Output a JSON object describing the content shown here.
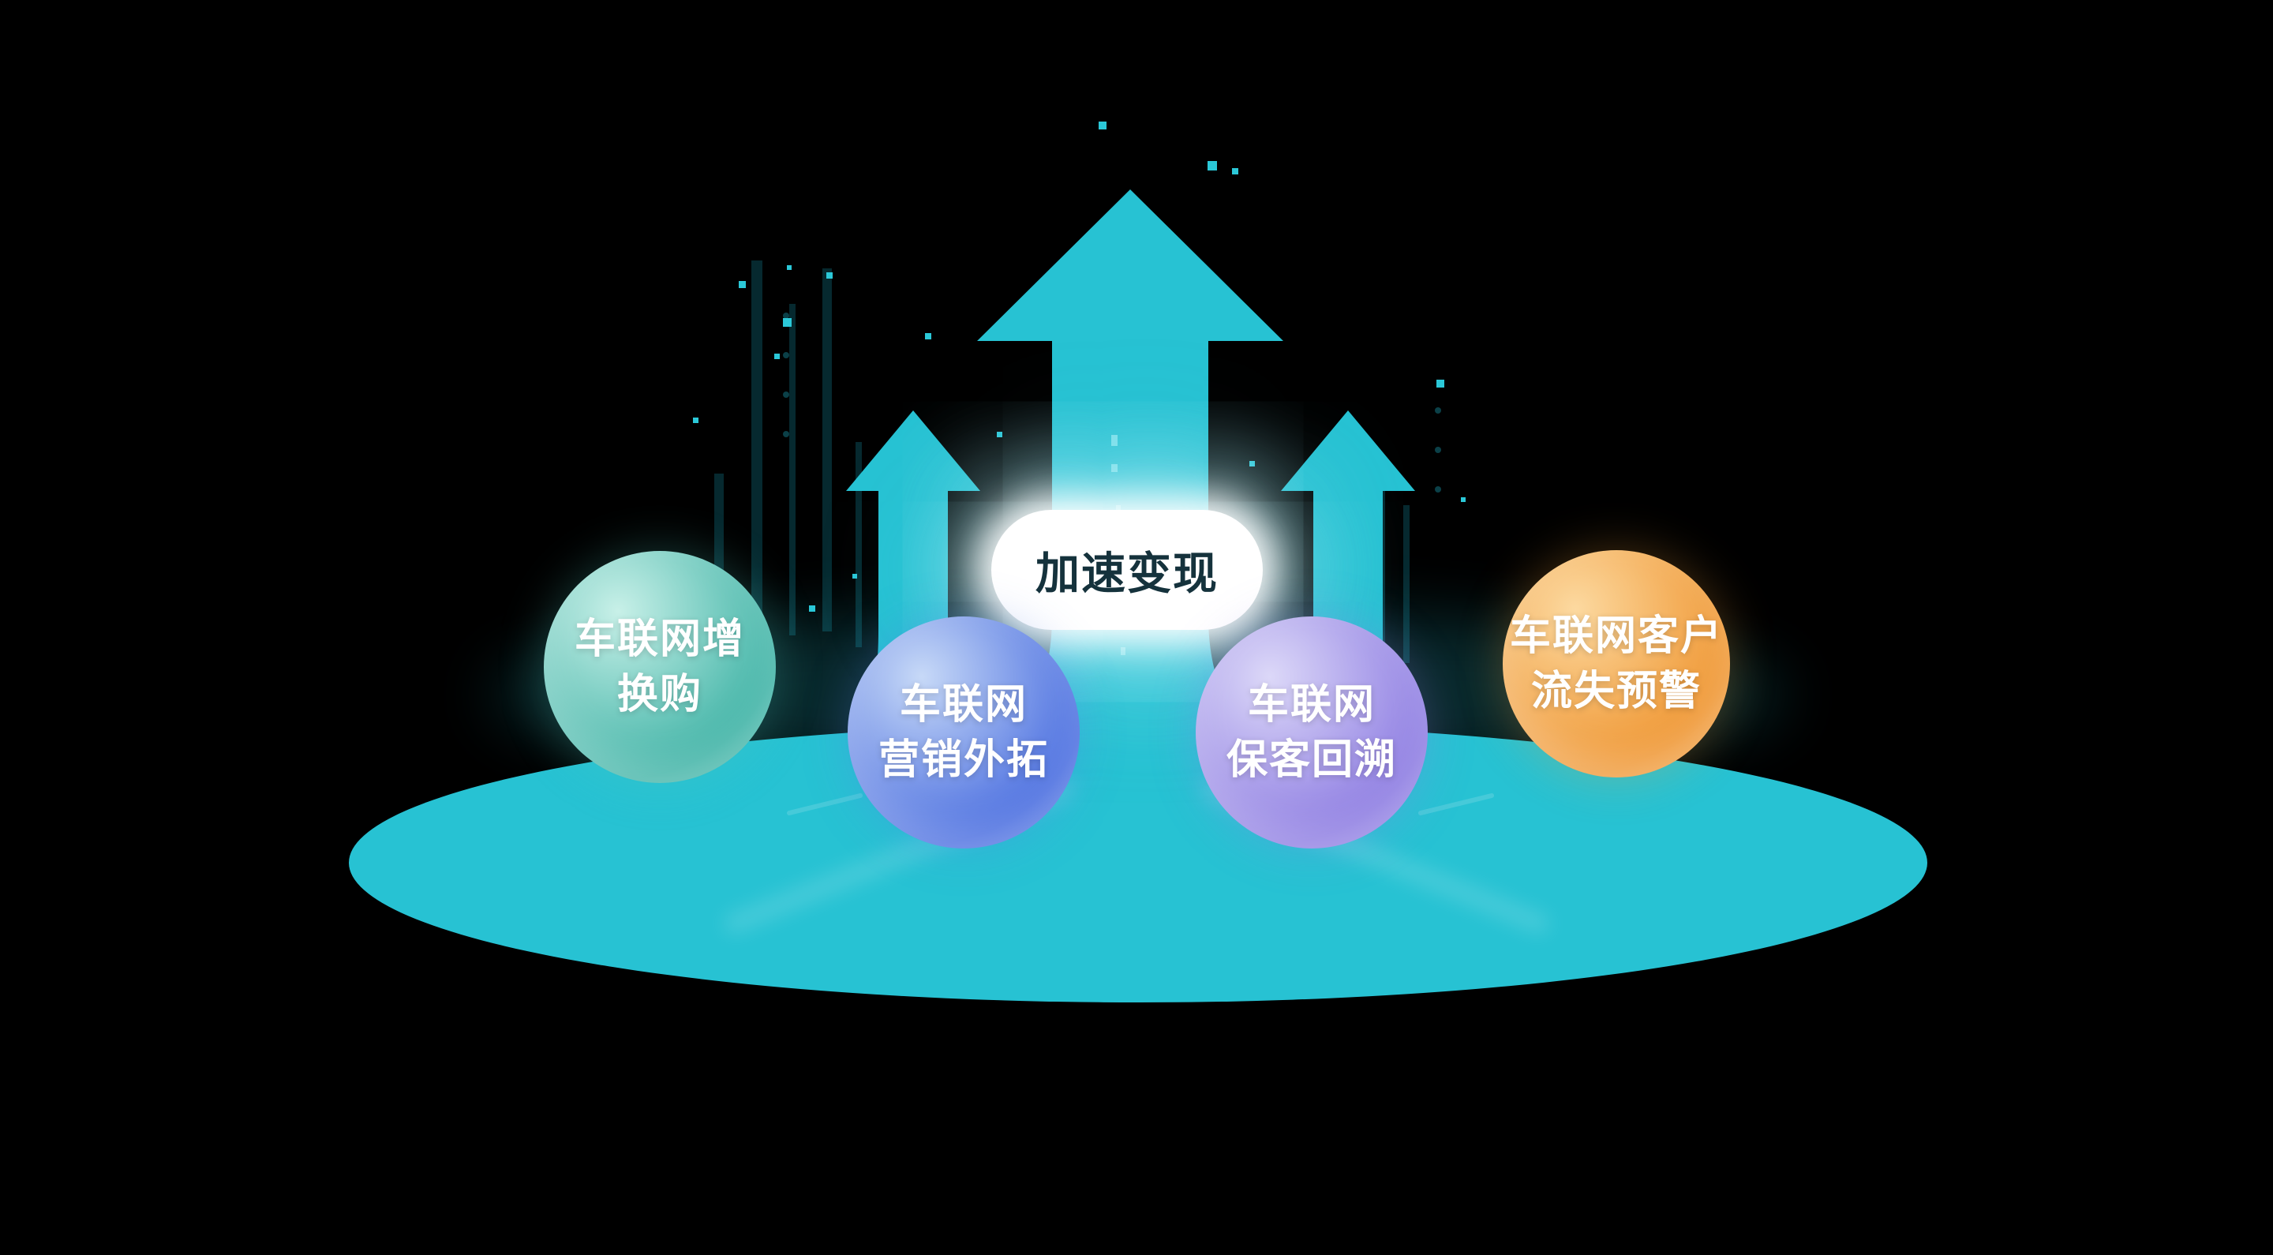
{
  "diagram": {
    "center_label": "加速变现",
    "nodes": [
      {
        "id": "node-1",
        "line1": "车联网增",
        "line2": "换购"
      },
      {
        "id": "node-2",
        "line1": "车联网",
        "line2": "营销外拓"
      },
      {
        "id": "node-3",
        "line1": "车联网",
        "line2": "保客回溯"
      },
      {
        "id": "node-4",
        "line1": "车联网客户",
        "line2": "流失预警"
      }
    ],
    "colors": {
      "background": "#000000",
      "platform": "#27c2d3",
      "arrow": "#27c2d3",
      "particle": "#2bc8d8",
      "label_bg": "#ffffff",
      "label_text": "#15323c",
      "node1_top": "#c8f0e8",
      "node1_bottom": "#3fb3a6",
      "node2_top": "#c7d9f7",
      "node2_bottom": "#4a6ee0",
      "node3_top": "#dcd8f8",
      "node3_bottom": "#8d7ce2",
      "node4_top": "#fcd9a0",
      "node4_bottom": "#ef9530"
    }
  }
}
